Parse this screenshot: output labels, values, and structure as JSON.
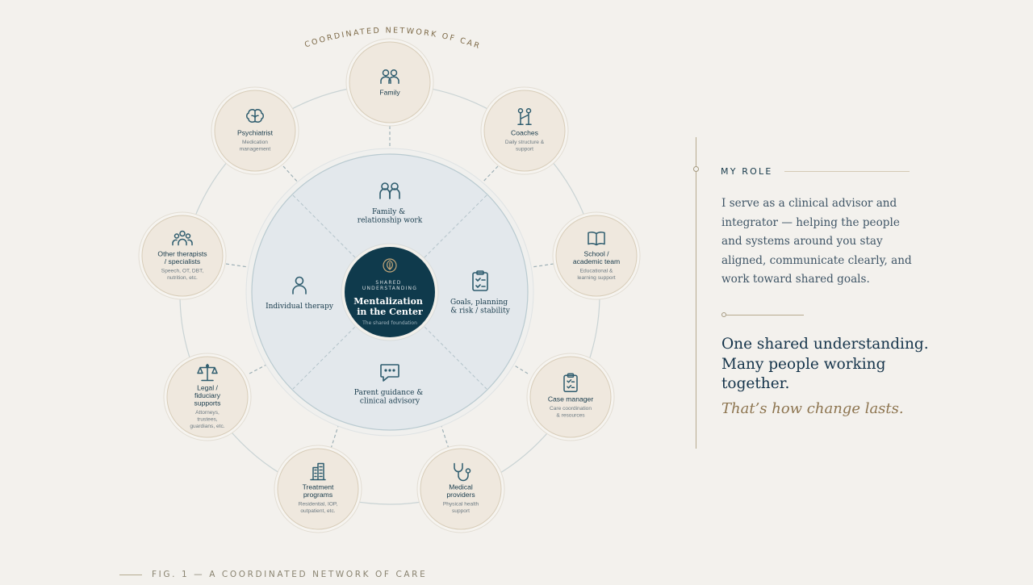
{
  "diagram": {
    "arc_title": "A COORDINATED NETWORK OF CARE",
    "center": {
      "kicker": "SHARED UNDERSTANDING",
      "title": "Mentalization in the Center",
      "subtitle": "The shared foundation",
      "icon": "leaf-emblem-icon"
    },
    "inner_segments": [
      {
        "id": "family-relationship-work",
        "label": "Family & relationship work",
        "icon": "family-icon"
      },
      {
        "id": "goals-planning",
        "label": "Goals, planning & risk / stability",
        "icon": "clipboard-check-icon"
      },
      {
        "id": "parent-guidance",
        "label": "Parent guidance & clinical advisory",
        "icon": "chat-bubble-icon"
      },
      {
        "id": "individual-therapy",
        "label": "Individual therapy",
        "icon": "person-icon"
      }
    ],
    "outer_nodes": [
      {
        "id": "family",
        "title": "Family",
        "subtitle": "",
        "icon": "family-icon"
      },
      {
        "id": "coaches",
        "title": "Coaches",
        "subtitle": "Daily structure & support",
        "icon": "coach-icon"
      },
      {
        "id": "school",
        "title": "School / academic team",
        "subtitle": "Educational & learning support",
        "icon": "book-icon"
      },
      {
        "id": "case-manager",
        "title": "Case manager",
        "subtitle": "Care coordination & resources",
        "icon": "clipboard-icon"
      },
      {
        "id": "medical-providers",
        "title": "Medical providers",
        "subtitle": "Physical health support",
        "icon": "stethoscope-icon"
      },
      {
        "id": "treatment-programs",
        "title": "Treatment programs",
        "subtitle": "Residential, IOP, outpatient, etc.",
        "icon": "building-icon"
      },
      {
        "id": "legal-fiduciary",
        "title": "Legal / fiduciary supports",
        "subtitle": "Attorneys, trustees, guardians, etc.",
        "icon": "scales-icon"
      },
      {
        "id": "other-therapists",
        "title": "Other therapists / specialists",
        "subtitle": "Speech, OT, DBT, nutrition, etc.",
        "icon": "group-icon"
      },
      {
        "id": "psychiatrist",
        "title": "Psychiatrist",
        "subtitle": "Medication management",
        "icon": "brain-icon"
      }
    ]
  },
  "caption": "FIG. 1 — A COORDINATED NETWORK OF CARE",
  "role": {
    "title": "MY ROLE",
    "body": "I serve as a clinical advisor and integrator — helping the people and systems around you stay aligned, communicate clearly, and work toward shared goals.",
    "tagline": "One shared understanding. Many people working together.",
    "accent": "That’s how change lasts."
  },
  "colors": {
    "navy": "#0f3a4c",
    "teal_icon": "#2e5c6e",
    "gold": "#8d7550",
    "node_fill": "#efe8de",
    "inner_fill": "#e3e8ec",
    "background": "#f3f1ed"
  }
}
